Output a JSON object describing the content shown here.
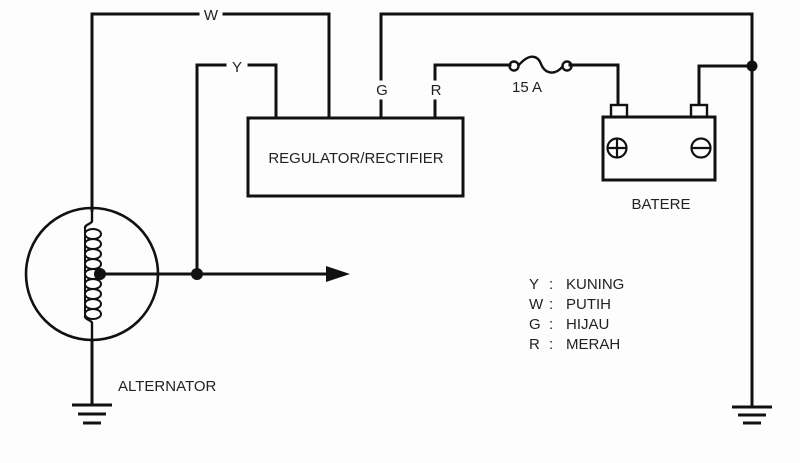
{
  "diagram": {
    "title": "Alternator charging circuit",
    "components": {
      "regulator": {
        "label": "REGULATOR/RECTIFIER"
      },
      "battery": {
        "label": "BATERE",
        "positive_symbol": "⊕",
        "negative_symbol": "⊖"
      },
      "alternator": {
        "label": "ALTERNATOR"
      },
      "fuse": {
        "label": "15 A"
      }
    },
    "wires": [
      {
        "id": "W",
        "label": "W"
      },
      {
        "id": "Y",
        "label": "Y"
      },
      {
        "id": "G",
        "label": "G"
      },
      {
        "id": "R",
        "label": "R"
      }
    ],
    "legend": [
      {
        "code": "Y",
        "sep": ":",
        "color_name": "KUNING"
      },
      {
        "code": "W",
        "sep": ":",
        "color_name": "PUTIH"
      },
      {
        "code": "G",
        "sep": ":",
        "color_name": "HIJAU"
      },
      {
        "code": "R",
        "sep": ":",
        "color_name": "MERAH"
      }
    ]
  }
}
